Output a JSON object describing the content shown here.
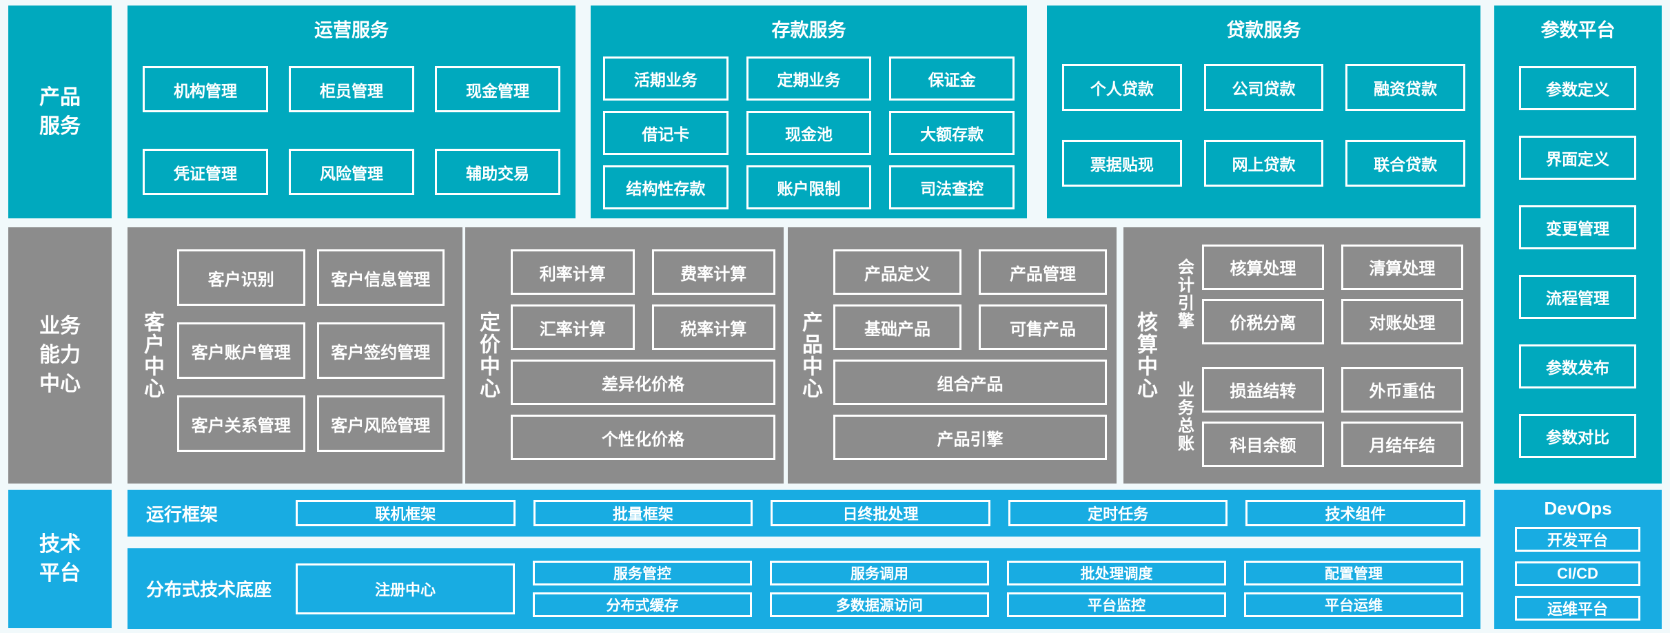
{
  "colors": {
    "teal": "#00A9BE",
    "gray": "#8C8C8C",
    "blue": "#18ACE2",
    "background": "#F1F9FB",
    "text": "#FFFFFF"
  },
  "rows": {
    "product_services": {
      "label": "产品服务"
    },
    "business_capability": {
      "label": "业务能力中心"
    },
    "tech_platform": {
      "label": "技术平台"
    }
  },
  "operations": {
    "title": "运营服务",
    "items": [
      "机构管理",
      "柜员管理",
      "现金管理",
      "凭证管理",
      "风险管理",
      "辅助交易"
    ]
  },
  "deposit": {
    "title": "存款服务",
    "items": [
      "活期业务",
      "定期业务",
      "保证金",
      "借记卡",
      "现金池",
      "大额存款",
      "结构性存款",
      "账户限制",
      "司法查控"
    ]
  },
  "loan": {
    "title": "贷款服务",
    "items": [
      "个人贷款",
      "公司贷款",
      "融资贷款",
      "票据贴现",
      "网上贷款",
      "联合贷款"
    ]
  },
  "parameter_platform": {
    "title": "参数平台",
    "items": [
      "参数定义",
      "界面定义",
      "变更管理",
      "流程管理",
      "参数发布",
      "参数对比"
    ]
  },
  "customer_center": {
    "label": "客户中心",
    "items": [
      "客户识别",
      "客户信息管理",
      "客户账户管理",
      "客户签约管理",
      "客户关系管理",
      "客户风险管理"
    ]
  },
  "pricing_center": {
    "label": "定价中心",
    "items": [
      "利率计算",
      "费率计算",
      "汇率计算",
      "税率计算"
    ],
    "wide_items": [
      "差异化价格",
      "个性化价格"
    ]
  },
  "product_center": {
    "label": "产品中心",
    "items": [
      "产品定义",
      "产品管理",
      "基础产品",
      "可售产品"
    ],
    "wide_items": [
      "组合产品",
      "产品引擎"
    ]
  },
  "accounting_center": {
    "label": "核算中心",
    "groups": [
      {
        "label": "会计引擎",
        "items": [
          "核算处理",
          "清算处理",
          "价税分离",
          "对账处理"
        ]
      },
      {
        "label": "业务总账",
        "items": [
          "损益结转",
          "外币重估",
          "科目余额",
          "月结年结"
        ]
      }
    ]
  },
  "runtime_framework": {
    "label": "运行框架",
    "items": [
      "联机框架",
      "批量框架",
      "日终批处理",
      "定时任务",
      "技术组件"
    ]
  },
  "distributed_base": {
    "label": "分布式技术底座",
    "registry": "注册中心",
    "pairs": [
      [
        "服务管控",
        "分布式缓存"
      ],
      [
        "服务调用",
        "多数据源访问"
      ],
      [
        "批处理调度",
        "平台监控"
      ],
      [
        "配置管理",
        "平台运维"
      ]
    ]
  },
  "devops": {
    "title": "DevOps",
    "items": [
      "开发平台",
      "CI/CD",
      "运维平台"
    ]
  }
}
